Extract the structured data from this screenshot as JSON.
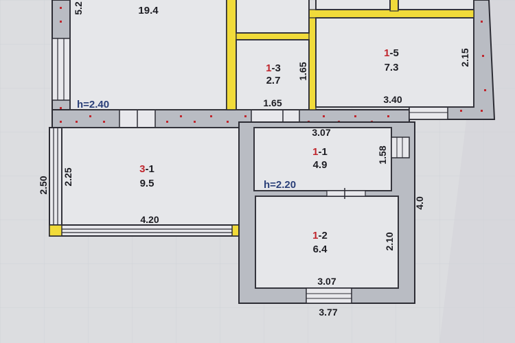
{
  "rooms": [
    {
      "id": "room-top-left",
      "code_prefix": "",
      "code_suffix": "",
      "area": "19.4"
    },
    {
      "id": "room-1-3",
      "code_prefix": "1",
      "code_suffix": "-3",
      "area": "2.7"
    },
    {
      "id": "room-1-5",
      "code_prefix": "1",
      "code_suffix": "-5",
      "area": "7.3"
    },
    {
      "id": "room-3-1",
      "code_prefix": "3",
      "code_suffix": "-1",
      "area": "9.5"
    },
    {
      "id": "room-1-1",
      "code_prefix": "1",
      "code_suffix": "-1",
      "area": "4.9"
    },
    {
      "id": "room-1-2",
      "code_prefix": "1",
      "code_suffix": "-2",
      "area": "6.4"
    }
  ],
  "dimensions": {
    "top_left_height": "5.2",
    "room_1_3_height": "1.65",
    "room_1_3_width": "1.65",
    "room_1_5_height": "2.15",
    "room_1_5_width": "3.40",
    "room_3_1_outer_height": "2.50",
    "room_3_1_inner_height": "2.25",
    "room_3_1_width": "4.20",
    "room_1_1_width": "3.07",
    "room_1_1_height": "1.58",
    "room_1_2_height": "2.10",
    "room_1_2_width": "3.07",
    "outer_height": "4.0",
    "outer_width": "3.77"
  },
  "heights": {
    "upper": "h=2.40",
    "lower": "h=2.20"
  },
  "colors": {
    "paper": "#dcdde0",
    "wall_fill": "#b9bcc3",
    "wall_line": "#2c2c34",
    "partition_yellow": "#f1db3a",
    "wall_dots": "#c0262d",
    "room_line": "#34343c",
    "height_text": "#2a3f78"
  }
}
